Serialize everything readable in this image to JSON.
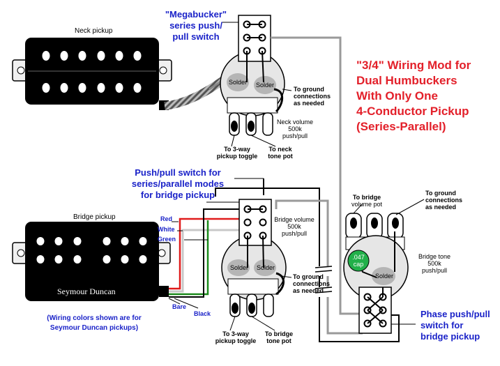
{
  "title": {
    "line1_q": "\"3/4\" Wiring",
    "line1_rest": "Mod for",
    "line2": "Dual Humbuckers",
    "line3": "With Only One",
    "line4": "4-Conductor Pickup",
    "line5": "(Series-Parallel)"
  },
  "neck": {
    "pickup_label": "Neck pickup",
    "switch_label_1": "\"Megabucker\"",
    "switch_label_2": "series push/",
    "switch_label_3": "pull switch",
    "pot_label_1": "Neck volume",
    "pot_label_2": "500k",
    "pot_label_3": "push/pull",
    "ground_1": "To ground",
    "ground_2": "connections",
    "ground_3": "as needed",
    "toggle_1": "To 3-way",
    "toggle_2": "pickup toggle",
    "tone_1": "To neck",
    "tone_2": "tone pot",
    "solder_left": "Solder",
    "solder_right": "Solder"
  },
  "bridge": {
    "pickup_label": "Bridge pickup",
    "brand": "Seymour Duncan",
    "switch_label_1": "Push/pull switch for",
    "switch_label_2": "series/parallel modes",
    "switch_label_3": "for bridge pickup",
    "pot_label_1": "Bridge volume",
    "pot_label_2": "500k",
    "pot_label_3": "push/pull",
    "ground_1": "To ground",
    "ground_2": "connections",
    "ground_3": "as needed",
    "toggle_1": "To 3-way",
    "toggle_2": "pickup toggle",
    "tone_1": "To bridge",
    "tone_2": "tone pot",
    "solder_left": "Solder",
    "solder_right": "Solder",
    "wire_red": "Red",
    "wire_white": "White",
    "wire_green": "Green",
    "wire_bare": "Bare",
    "wire_black": "Black",
    "note_1": "(Wiring colors shown are for",
    "note_2": "Seymour Duncan pickups)"
  },
  "tone": {
    "to_volume_1": "To bridge",
    "to_volume_2": "volume pot",
    "ground_1": "To ground",
    "ground_2": "connections",
    "ground_3": "as needed",
    "pot_label_1": "Bridge tone",
    "pot_label_2": "500k",
    "pot_label_3": "push/pull",
    "cap_1": ".047",
    "cap_2": "cap",
    "solder": "Solder",
    "phase_1": "Phase push/pull",
    "phase_2": "switch for",
    "phase_3": "bridge pickup"
  },
  "colors": {
    "accent_blue": "#1a22c8",
    "title_red": "#e3202a",
    "wire_red": "#e01b1b",
    "wire_green": "#1a8a1a",
    "wire_gray": "#9a9a9a",
    "cap_green": "#22b04a"
  }
}
